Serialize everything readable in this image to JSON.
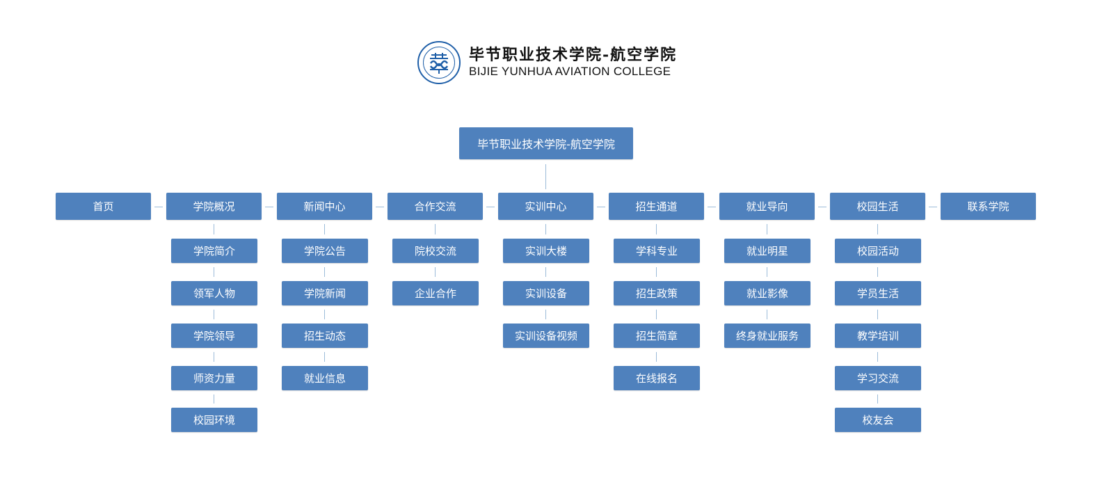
{
  "logo": {
    "title_cn": "毕节职业技术学院-航空学院",
    "title_en": "BIJIE YUNHUA AVIATION COLLEGE",
    "icon": "college-emblem-icon"
  },
  "root": {
    "label": "毕节职业技术学院-航空学院"
  },
  "colors": {
    "box": "#4f81bd",
    "line": "#9bbbd9",
    "text": "#ffffff"
  },
  "nav": [
    {
      "label": "首页",
      "children": []
    },
    {
      "label": "学院概况",
      "children": [
        "学院简介",
        "领军人物",
        "学院领导",
        "师资力量",
        "校园环境"
      ]
    },
    {
      "label": "新闻中心",
      "children": [
        "学院公告",
        "学院新闻",
        "招生动态",
        "就业信息"
      ]
    },
    {
      "label": "合作交流",
      "children": [
        "院校交流",
        "企业合作"
      ]
    },
    {
      "label": "实训中心",
      "children": [
        "实训大楼",
        "实训设备",
        "实训设备视频"
      ]
    },
    {
      "label": "招生通道",
      "children": [
        "学科专业",
        "招生政策",
        "招生简章",
        "在线报名"
      ]
    },
    {
      "label": "就业导向",
      "children": [
        "就业明星",
        "就业影像",
        "终身就业服务"
      ]
    },
    {
      "label": "校园生活",
      "children": [
        "校园活动",
        "学员生活",
        "教学培训",
        "学习交流",
        "校友会"
      ]
    },
    {
      "label": "联系学院",
      "children": []
    }
  ]
}
